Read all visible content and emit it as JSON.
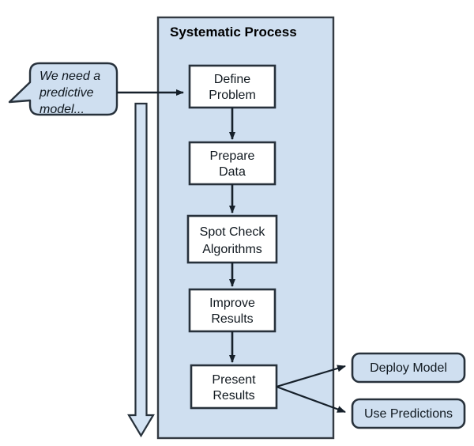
{
  "diagram": {
    "type": "flowchart",
    "panel": {
      "title": "Systematic Process",
      "fill_color": "#cfdff0",
      "border_color": "#333a42"
    },
    "speech_bubble": {
      "lines": [
        "We need a",
        "predictive",
        "model..."
      ],
      "fill_color": "#cfdff0",
      "style": "italic"
    },
    "process_steps": [
      {
        "id": "define-problem",
        "lines": [
          "Define",
          "Problem"
        ]
      },
      {
        "id": "prepare-data",
        "lines": [
          "Prepare",
          "Data"
        ]
      },
      {
        "id": "spot-check",
        "lines": [
          "Spot Check",
          "Algorithms"
        ]
      },
      {
        "id": "improve-results",
        "lines": [
          "Improve",
          "Results"
        ]
      },
      {
        "id": "present-results",
        "lines": [
          "Present",
          "Results"
        ]
      }
    ],
    "outputs": [
      {
        "id": "deploy-model",
        "label": "Deploy Model"
      },
      {
        "id": "use-predictions",
        "label": "Use Predictions"
      }
    ],
    "feedback_arrow": {
      "direction": "down",
      "fill_color": "#d4e3f3"
    },
    "box_fill_color": "#ffffff",
    "line_color": "#16202a"
  }
}
